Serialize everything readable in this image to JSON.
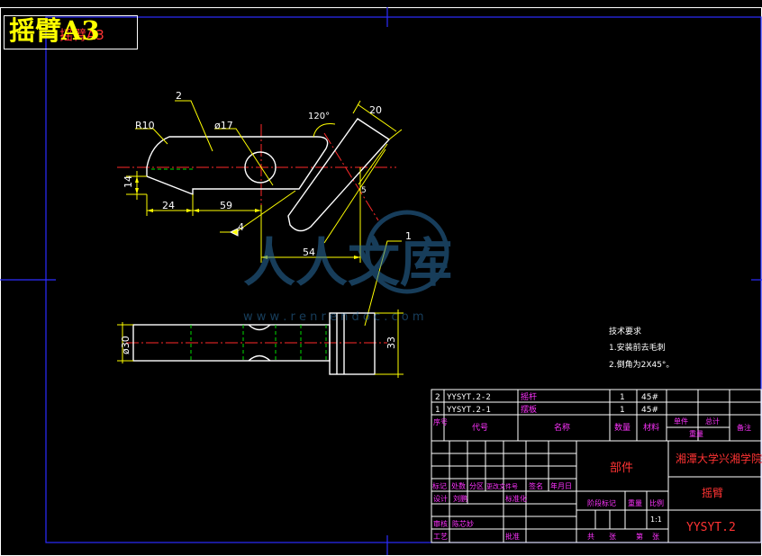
{
  "title": "摇臂A3",
  "title_shadow": "摇臂A3",
  "watermark": {
    "brand": "人人文库",
    "url": "w w w . r e n r e n d o c . c o m"
  },
  "colors": {
    "background": "#000000",
    "frame": "#2c2cff",
    "geometry": "#ffffff",
    "dimension": "#ffff00",
    "centerline": "#ff2a2a",
    "hidden": "#00dd00",
    "table_text": "#ff33ff",
    "title_text": "#ffff00",
    "red_text": "#ff3333"
  },
  "dims": {
    "r10": "R10",
    "phi17": "ø17",
    "angle": "120°",
    "d20": "20",
    "d14": "14",
    "d24": "24",
    "d59": "59",
    "d54": "54",
    "d4": "4",
    "d5": "5",
    "phi30": "ø30",
    "d33": "33",
    "part2": "2",
    "part1": "1"
  },
  "notes": {
    "heading": "技术要求",
    "line1": "1.安装前去毛刺",
    "line2": "2.倒角为2X45°。"
  },
  "bom": [
    {
      "seq": "2",
      "code": "YYSYT.2-2",
      "name": "摇杆",
      "qty": "1",
      "material": "45#"
    },
    {
      "seq": "1",
      "code": "YYSYT.2-1",
      "name": "摆板",
      "qty": "1",
      "material": "45#"
    }
  ],
  "bom_header": {
    "seq": "序号",
    "code": "代号",
    "name": "名称",
    "qty": "数量",
    "material": "材料",
    "unit_weight": "单件",
    "total_weight": "总计",
    "weight": "重量",
    "remark": "备注"
  },
  "title_block": {
    "school": "湘潭大学兴湘学院",
    "part_type": "部件",
    "drawing_name": "摇臂",
    "drawing_no": "YYSYT.2",
    "scale": "1:1",
    "row_marks": [
      "标记",
      "处数",
      "分区",
      "更改文件号",
      "签名",
      "年月日"
    ],
    "designer": "设计",
    "standard": "标准化",
    "stage_mark": "阶段标记",
    "weight": "重量",
    "scale_label": "比例",
    "reviewer": "审核",
    "process": "工艺",
    "approve": "批准",
    "sheets_total": "共",
    "sheets": "张",
    "sheet_no": "第",
    "sheet": "张",
    "sig1": "刘鹏",
    "sig2": "陈芯妙"
  }
}
